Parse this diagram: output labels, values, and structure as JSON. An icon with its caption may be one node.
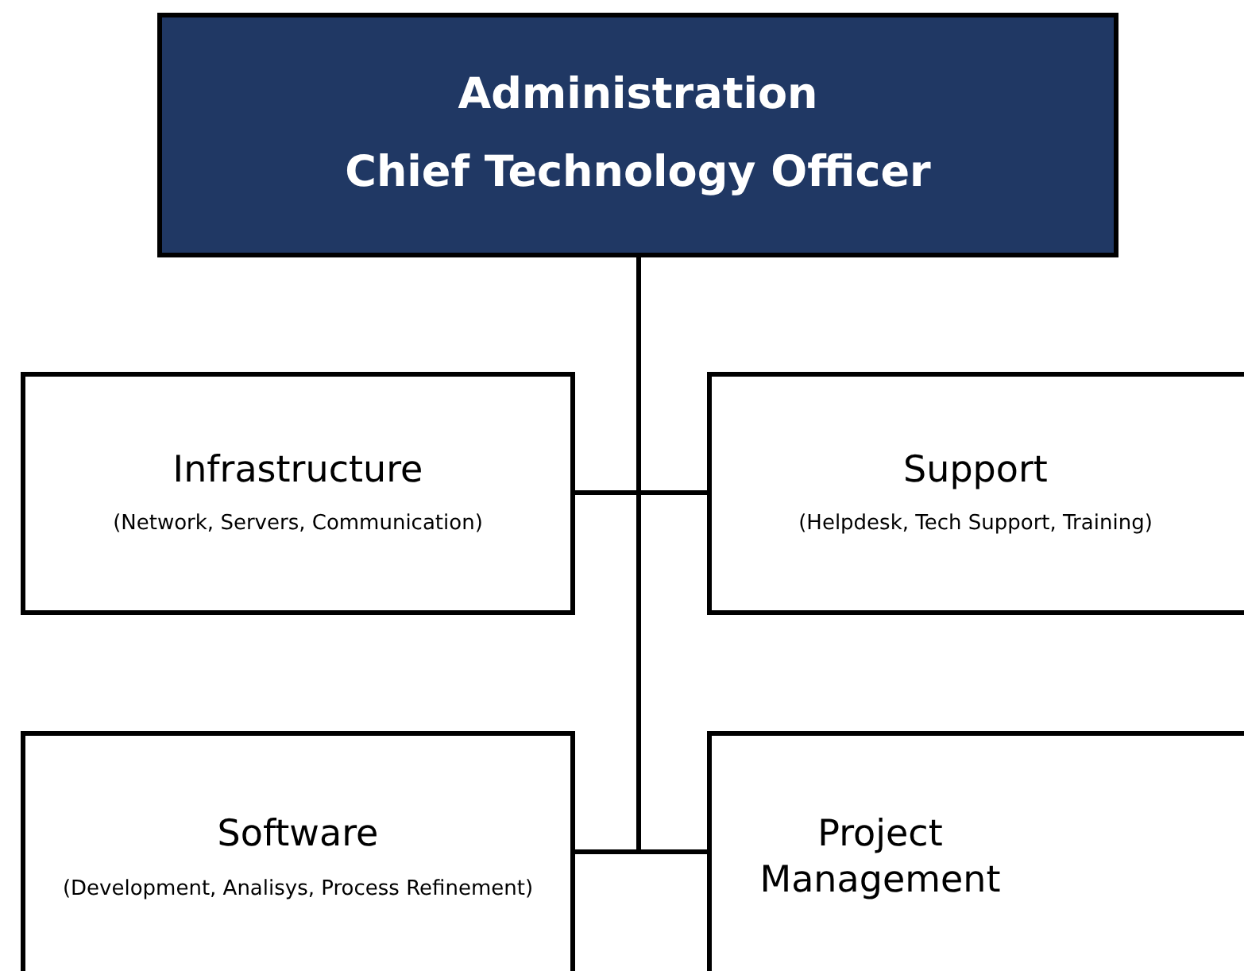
{
  "diagram": {
    "nodes": [
      {
        "text": [
          "Administration",
          "Chief Technology Officer"
        ]
      },
      {
        "text": [
          "Infrastructure",
          "(Network, Servers, Communication)"
        ]
      },
      {
        "text": [
          "Support",
          "(Helpdesk, Tech Support, Training)"
        ]
      },
      {
        "text": [
          "Software",
          "(Development, Analisys, Process Refinement)"
        ]
      },
      {
        "text": [
          "Project Management"
        ]
      }
    ],
    "edges": [
      {
        "from": 0,
        "to": 1,
        "arrow": "none"
      },
      {
        "from": 0,
        "to": 2,
        "arrow": "none"
      },
      {
        "from": 0,
        "to": 3,
        "arrow": "none"
      },
      {
        "from": 0,
        "to": 4,
        "arrow": "none"
      }
    ]
  }
}
